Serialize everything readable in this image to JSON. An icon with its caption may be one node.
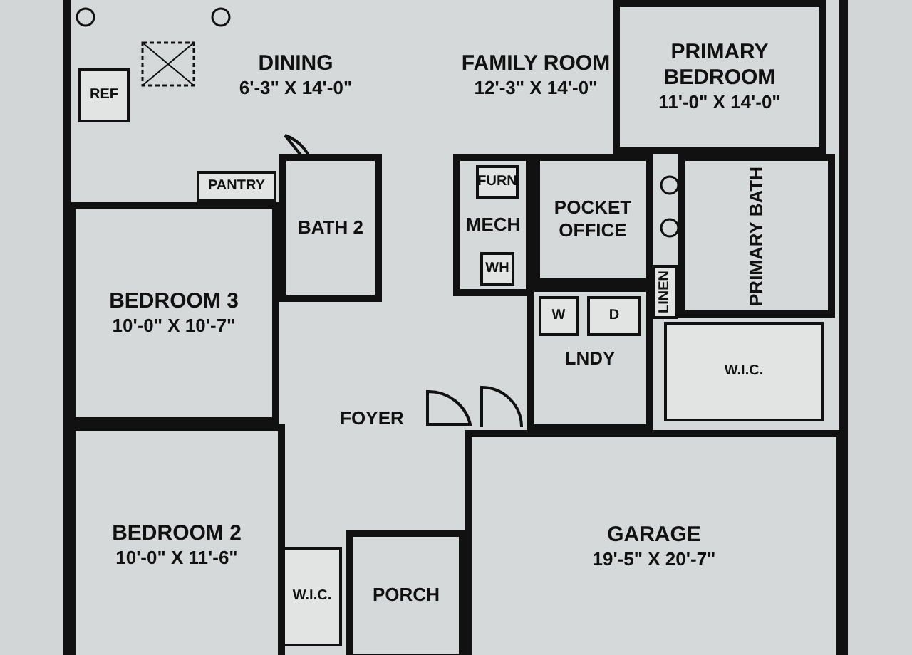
{
  "diagram": {
    "nodes": [
      {
        "text": [
          "DINING",
          "6'-3\" X 14'-0\""
        ]
      },
      {
        "text": [
          "FAMILY ROOM",
          "12'-3\" X 14'-0\""
        ]
      },
      {
        "text": [
          "PRIMARY BEDROOM",
          "11'-0\" X 14'-0\""
        ]
      },
      {
        "text": [
          "REF"
        ]
      },
      {
        "text": [
          "PANTRY"
        ]
      },
      {
        "text": [
          "BATH 2"
        ]
      },
      {
        "text": [
          "MECH"
        ]
      },
      {
        "text": [
          "FURN"
        ],
        "in": 6
      },
      {
        "text": [
          "WH"
        ],
        "in": 6
      },
      {
        "text": [
          "POCKET OFFICE"
        ]
      },
      {
        "text": [
          "PRIMARY BATH"
        ]
      },
      {
        "text": [
          "LINEN"
        ]
      },
      {
        "text": [
          "BEDROOM 3",
          "10'-0\" X 10'-7\""
        ]
      },
      {
        "text": [
          "LNDY"
        ]
      },
      {
        "text": [
          "W"
        ],
        "in": 13
      },
      {
        "text": [
          "D"
        ],
        "in": 13
      },
      {
        "text": [
          "W.I.C."
        ]
      },
      {
        "text": [
          "FOYER"
        ]
      },
      {
        "text": [
          "BEDROOM 2",
          "10'-0\" X 11'-6\""
        ]
      },
      {
        "text": [
          "W.I.C."
        ]
      },
      {
        "text": [
          "PORCH"
        ]
      },
      {
        "text": [
          "GARAGE",
          "19'-5\" X 20'-7\""
        ]
      }
    ],
    "edges": []
  }
}
